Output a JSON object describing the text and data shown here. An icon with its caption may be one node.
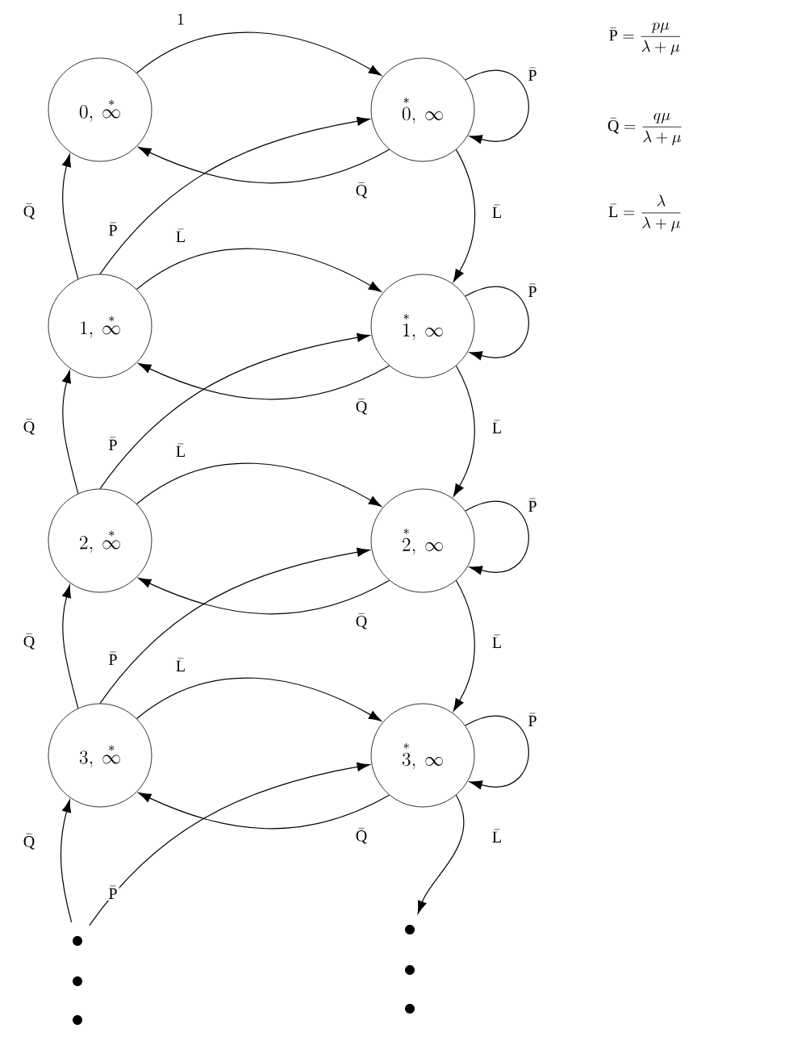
{
  "diagram": {
    "nodes": [
      {
        "text": [
          "0,\\ \\overset{*}{\\infty}"
        ]
      },
      {
        "text": [
          "\\overset{*}{0},\\ \\infty"
        ]
      },
      {
        "text": [
          "1,\\ \\overset{*}{\\infty}"
        ]
      },
      {
        "text": [
          "\\overset{*}{1},\\ \\infty"
        ]
      },
      {
        "text": [
          "2,\\ \\overset{*}{\\infty}"
        ]
      },
      {
        "text": [
          "\\overset{*}{2},\\ \\infty"
        ]
      },
      {
        "text": [
          "3,\\ \\overset{*}{\\infty}"
        ]
      },
      {
        "text": [
          "\\overset{*}{3},\\ \\infty"
        ]
      },
      {
        "text": [],
        "shape": "dot"
      },
      {
        "text": [],
        "shape": "dot"
      }
    ],
    "edges": [
      {
        "from": 0,
        "to": 1,
        "arrow": "to",
        "label": "1"
      },
      {
        "from": 1,
        "to": 1,
        "arrow": "to",
        "label": "\\bar{\\mathrm{P}}"
      },
      {
        "from": 1,
        "to": 0,
        "arrow": "to",
        "label": "\\bar{\\mathrm{Q}}"
      },
      {
        "from": 1,
        "to": 3,
        "arrow": "to",
        "label": "\\bar{\\mathrm{L}}"
      },
      {
        "from": 2,
        "to": 0,
        "arrow": "to",
        "label": "\\bar{\\mathrm{Q}}"
      },
      {
        "from": 2,
        "to": 1,
        "arrow": "to",
        "label": "\\bar{\\mathrm{P}}"
      },
      {
        "from": 2,
        "to": 3,
        "arrow": "to",
        "label": "\\bar{\\mathrm{L}}"
      },
      {
        "from": 3,
        "to": 3,
        "arrow": "to",
        "label": "\\bar{\\mathrm{P}}"
      },
      {
        "from": 3,
        "to": 2,
        "arrow": "to",
        "label": "\\bar{\\mathrm{Q}}"
      },
      {
        "from": 3,
        "to": 5,
        "arrow": "to",
        "label": "\\bar{\\mathrm{L}}"
      },
      {
        "from": 4,
        "to": 2,
        "arrow": "to",
        "label": "\\bar{\\mathrm{Q}}"
      },
      {
        "from": 4,
        "to": 3,
        "arrow": "to",
        "label": "\\bar{\\mathrm{P}}"
      },
      {
        "from": 4,
        "to": 5,
        "arrow": "to",
        "label": "\\bar{\\mathrm{L}}"
      },
      {
        "from": 5,
        "to": 5,
        "arrow": "to",
        "label": "\\bar{\\mathrm{P}}"
      },
      {
        "from": 5,
        "to": 4,
        "arrow": "to",
        "label": "\\bar{\\mathrm{Q}}"
      },
      {
        "from": 5,
        "to": 7,
        "arrow": "to",
        "label": "\\bar{\\mathrm{L}}"
      },
      {
        "from": 6,
        "to": 4,
        "arrow": "to",
        "label": "\\bar{\\mathrm{Q}}"
      },
      {
        "from": 6,
        "to": 5,
        "arrow": "to",
        "label": "\\bar{\\mathrm{P}}"
      },
      {
        "from": 6,
        "to": 7,
        "arrow": "to",
        "label": "\\bar{\\mathrm{L}}"
      },
      {
        "from": 7,
        "to": 7,
        "arrow": "to",
        "label": "\\bar{\\mathrm{P}}"
      },
      {
        "from": 7,
        "to": 6,
        "arrow": "to",
        "label": "\\bar{\\mathrm{Q}}"
      },
      {
        "from": 7,
        "to": 9,
        "arrow": "to",
        "label": "\\bar{\\mathrm{L}}"
      },
      {
        "from": 8,
        "to": 6,
        "arrow": "to",
        "label": "\\bar{\\mathrm{Q}}"
      },
      {
        "from": 8,
        "to": 7,
        "arrow": "to",
        "label": "\\bar{\\mathrm{P}}"
      }
    ],
    "labels": [
      "\\bar{\\mathrm{P}} = \\frac{p\\mu}{\\lambda + \\mu}",
      "\\bar{\\mathrm{Q}} = \\frac{q\\mu}{\\lambda + \\mu}",
      "\\bar{\\mathrm{L}} = \\frac{\\lambda}{\\lambda + \\mu}"
    ]
  }
}
